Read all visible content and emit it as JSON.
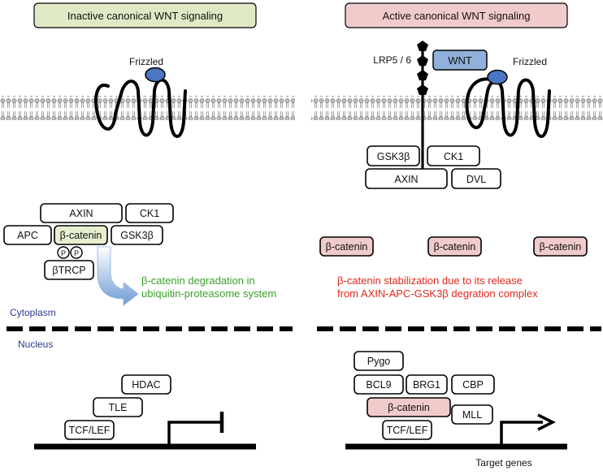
{
  "titles": {
    "inactive": "Inactive canonical WNT signaling",
    "active": "Active canonical WNT signaling"
  },
  "receptors": {
    "frizzled": "Frizzled",
    "lrp": "LRP5 / 6",
    "wnt": "WNT"
  },
  "inactive_complex": {
    "axin": "AXIN",
    "ck1": "CK1",
    "apc": "APC",
    "beta_catenin": "β-catenin",
    "gsk3b": "GSK3β",
    "phospho": "P",
    "btrcp": "βTRCP",
    "degradation_note_line1": "β-catenin degradation in",
    "degradation_note_line2": "ubiquitin-proteasome system"
  },
  "active_complex": {
    "gsk3b": "GSK3β",
    "ck1": "CK1",
    "axin": "AXIN",
    "dvl": "DVL",
    "beta_catenin": "β-catenin",
    "stabilization_note_line1": "β-catenin stabilization due to its release",
    "stabilization_note_line2": "from AXIN-APC-GSK3β degration complex"
  },
  "compartments": {
    "cytoplasm": "Cytoplasm",
    "nucleus": "Nucleus"
  },
  "nucleus_inactive": {
    "hdac": "HDAC",
    "tle": "TLE",
    "tcf": "TCF/LEF"
  },
  "nucleus_active": {
    "pygo": "Pygo",
    "bcl9": "BCL9",
    "brg1": "BRG1",
    "cbp": "CBP",
    "beta_catenin": "β-catenin",
    "mll": "MLL",
    "tcf": "TCF/LEF",
    "target_genes": "Target genes"
  },
  "colors": {
    "inactive_title_fill": "#dfe9c6",
    "active_title_fill": "#f1cbcb",
    "wnt_fill": "#8fb1dc",
    "frizzled_head": "#4a76c4",
    "beta_catenin_active": "#f1cbcb",
    "beta_catenin_inactive": "#e6efcf",
    "degradation_text": "#3aa02a",
    "stabilization_text": "#e0281e",
    "compartment_text": "#2b3a8c"
  }
}
